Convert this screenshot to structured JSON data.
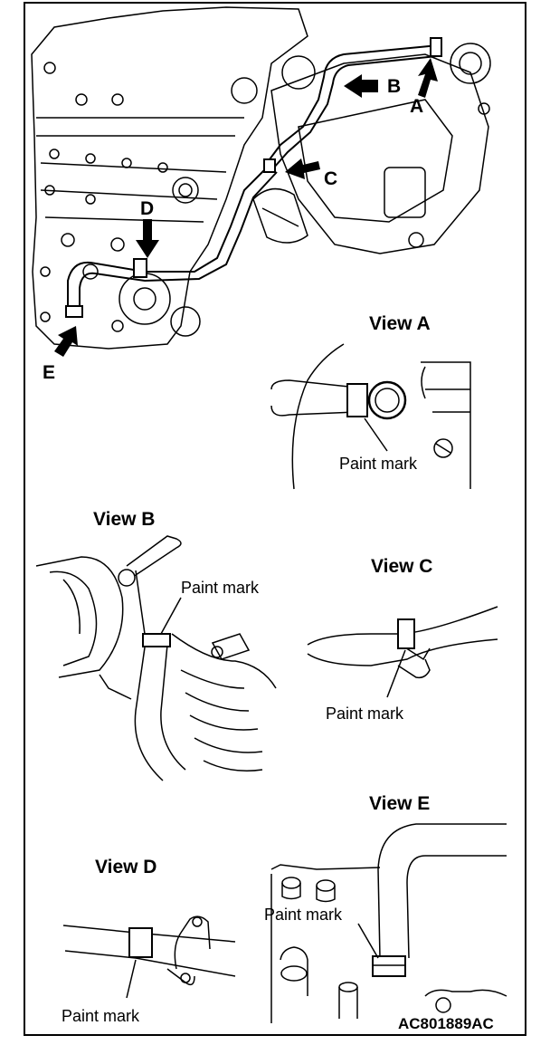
{
  "callouts": {
    "a": "A",
    "b": "B",
    "c": "C",
    "d": "D",
    "e": "E"
  },
  "views": {
    "a": {
      "title": "View A",
      "label": "Paint mark"
    },
    "b": {
      "title": "View B",
      "label": "Paint mark"
    },
    "c": {
      "title": "View C",
      "label": "Paint mark"
    },
    "d": {
      "title": "View D",
      "label": "Paint mark"
    },
    "e": {
      "title": "View E",
      "label": "Paint mark"
    }
  },
  "figure_code": "AC801889AC",
  "icons": [
    "arrow-icon"
  ]
}
